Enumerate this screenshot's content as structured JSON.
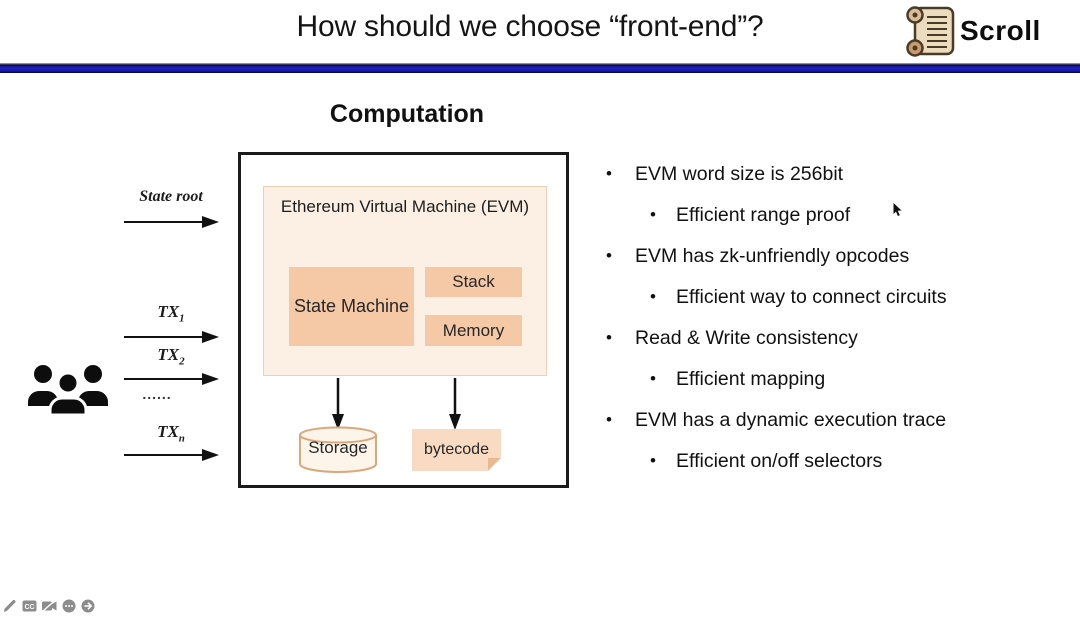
{
  "slide": {
    "title": "How should we choose “front-end”?",
    "heading": "Computation"
  },
  "logo": {
    "label": "Scroll",
    "icon": "scroll-parchment-icon"
  },
  "diagram": {
    "evm_label": "Ethereum Virtual Machine (EVM)",
    "boxes": {
      "state_machine": "State Machine",
      "stack": "Stack",
      "memory": "Memory"
    },
    "storage_label": "Storage",
    "bytecode_label": "bytecode",
    "inputs": {
      "state_root": "State root",
      "tx1": {
        "base": "TX",
        "sub": "1"
      },
      "tx2": {
        "base": "TX",
        "sub": "2"
      },
      "dots": "......",
      "txn": {
        "base": "TX",
        "sub": "n"
      }
    }
  },
  "bullets": [
    {
      "level": 1,
      "text": "EVM word size is 256bit"
    },
    {
      "level": 2,
      "text": "Efficient range proof"
    },
    {
      "level": 1,
      "text": "EVM has zk-unfriendly opcodes"
    },
    {
      "level": 2,
      "text": "Efficient way to connect circuits"
    },
    {
      "level": 1,
      "text": "Read & Write consistency"
    },
    {
      "level": 2,
      "text": "Efficient mapping"
    },
    {
      "level": 1,
      "text": "EVM has a dynamic execution trace"
    },
    {
      "level": 2,
      "text": "Efficient on/off selectors"
    }
  ],
  "toolbar": {
    "icons": [
      "pencil-icon",
      "closed-captions-icon",
      "camera-off-icon",
      "more-icon",
      "arrow-forward-icon"
    ]
  },
  "colors": {
    "accent_line": "#1d1dbc",
    "evm_bg": "#fcefe3",
    "inner_box": "#f5c8a6",
    "storage_fill": "#fdf5ea",
    "storage_border": "#d9a87d",
    "bytecode_fill": "#f8dbc2",
    "bytecode_fold": "#e7ba92",
    "toolbar_gray": "#8c8c8c"
  }
}
